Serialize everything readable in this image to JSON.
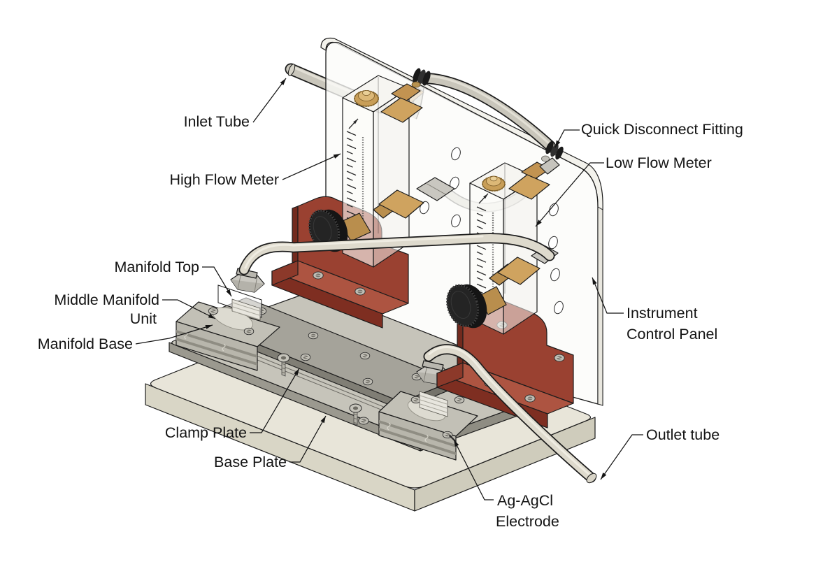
{
  "figure": {
    "labels": {
      "inlet_tube": "Inlet Tube",
      "high_flow_meter": "High Flow Meter",
      "quick_disconnect": "Quick Disconnect Fitting",
      "low_flow_meter": "Low Flow Meter",
      "instrument_line1": "Instrument",
      "instrument_line2": "Control Panel",
      "manifold_top": "Manifold Top",
      "middle_manifold_line1": "Middle Manifold",
      "middle_manifold_line2": "Unit",
      "manifold_base": "Manifold Base",
      "clamp_plate": "Clamp Plate",
      "base_plate": "Base Plate",
      "outlet_tube": "Outlet tube",
      "electrode_line1": "Ag-AgCl",
      "electrode_line2": "Electrode"
    },
    "colors": {
      "background": "#ffffff",
      "outline": "#1c1c1c",
      "bracket_red_front": "#9a4131",
      "bracket_red_top": "#ad5441",
      "bracket_red_dark": "#722a1e",
      "brass": "#d3a967",
      "brass_dark": "#b98e4d",
      "base_beige_top": "#e8e5d9",
      "plate_gray": "#c6c4ba",
      "clamp_gray": "#a5a39a",
      "tube_gray": "#c9c6bb",
      "tube_cream": "#dedacd",
      "knob_black": "#212121",
      "silver": "#cac8c1",
      "panel_white": "#fbfbf9",
      "label_text": "#141414"
    }
  }
}
